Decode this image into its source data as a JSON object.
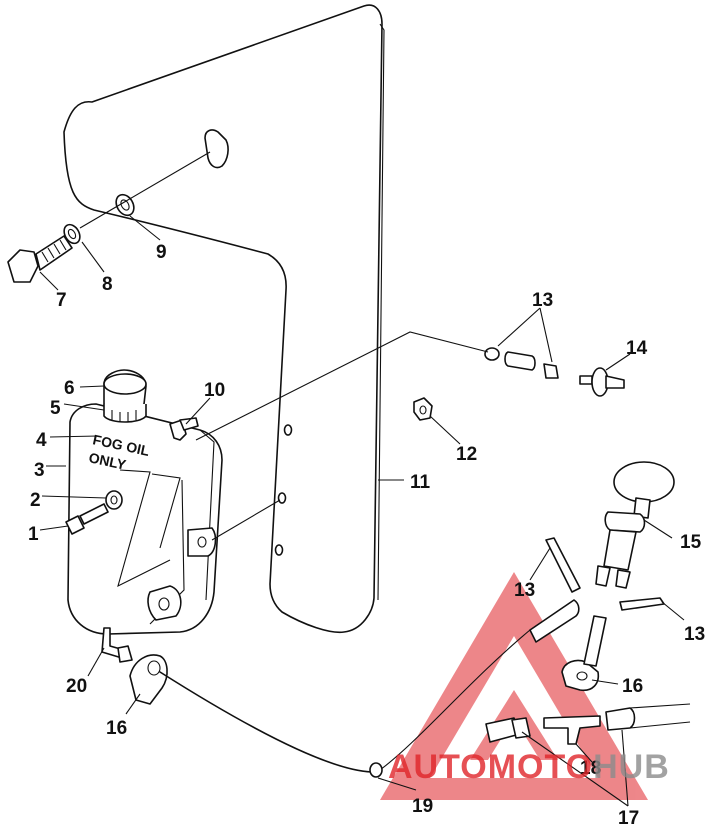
{
  "diagram": {
    "tank_label_line1": "FOG OIL",
    "tank_label_line2": "ONLY",
    "callouts": [
      {
        "id": "c1",
        "text": "1"
      },
      {
        "id": "c2",
        "text": "2"
      },
      {
        "id": "c3",
        "text": "3"
      },
      {
        "id": "c4",
        "text": "4"
      },
      {
        "id": "c5",
        "text": "5"
      },
      {
        "id": "c6",
        "text": "6"
      },
      {
        "id": "c7",
        "text": "7"
      },
      {
        "id": "c8",
        "text": "8"
      },
      {
        "id": "c9",
        "text": "9"
      },
      {
        "id": "c10",
        "text": "10"
      },
      {
        "id": "c11",
        "text": "11"
      },
      {
        "id": "c12",
        "text": "12"
      },
      {
        "id": "c13a",
        "text": "13"
      },
      {
        "id": "c13b",
        "text": "13"
      },
      {
        "id": "c13c",
        "text": "13"
      },
      {
        "id": "c14",
        "text": "14"
      },
      {
        "id": "c15",
        "text": "15"
      },
      {
        "id": "c16a",
        "text": "16"
      },
      {
        "id": "c16b",
        "text": "16"
      },
      {
        "id": "c17",
        "text": "17"
      },
      {
        "id": "c18",
        "text": "18"
      },
      {
        "id": "c19",
        "text": "19"
      },
      {
        "id": "c20",
        "text": "20"
      }
    ]
  },
  "watermark": {
    "part1": "AUTO",
    "part2": "MOTO",
    "part3": "HUB",
    "red": "#e0252a",
    "gray": "#8c8c8c"
  }
}
